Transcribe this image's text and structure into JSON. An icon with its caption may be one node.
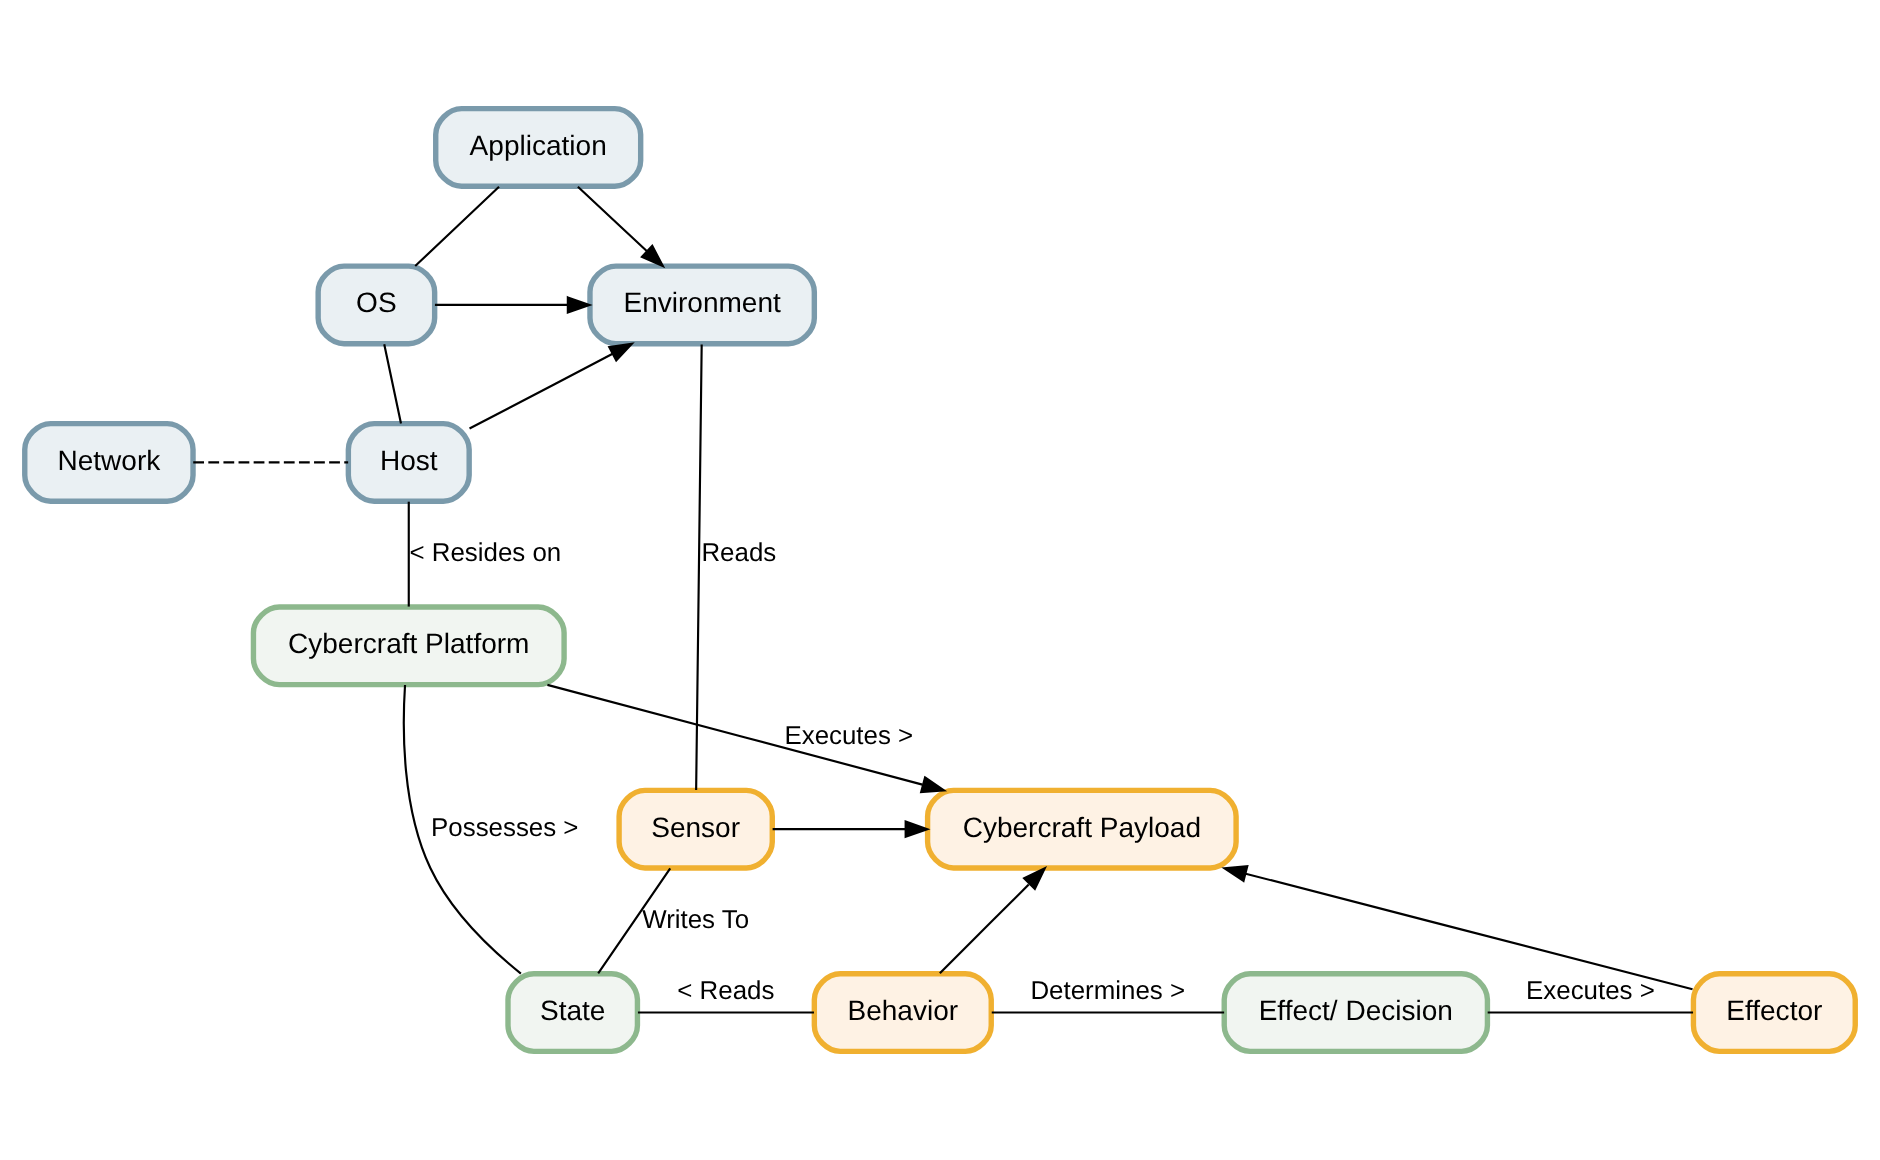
{
  "diagram": {
    "nodes": [
      {
        "text": [
          "Application"
        ]
      },
      {
        "text": [
          "OS"
        ]
      },
      {
        "text": [
          "Environment"
        ]
      },
      {
        "text": [
          "Network"
        ]
      },
      {
        "text": [
          "Sensor"
        ]
      },
      {
        "text": [
          "Cybercraft Payload"
        ]
      },
      {
        "text": [
          "Host"
        ]
      },
      {
        "text": [
          "State"
        ]
      },
      {
        "text": [
          "Behavior"
        ]
      },
      {
        "text": [
          "Effect/ Decision"
        ]
      },
      {
        "text": [
          "Effector"
        ]
      },
      {
        "text": [
          "Cybercraft Platform"
        ]
      }
    ],
    "edges": [
      {
        "from": 0,
        "to": 1,
        "arrow": "none"
      },
      {
        "from": 0,
        "to": 2,
        "arrow": "to"
      },
      {
        "from": 1,
        "to": 2,
        "arrow": "to"
      },
      {
        "from": 1,
        "to": 6,
        "arrow": "none"
      },
      {
        "from": 6,
        "to": 2,
        "arrow": "to"
      },
      {
        "from": 3,
        "to": 6,
        "arrow": "none",
        "style": "dashed"
      },
      {
        "from": 2,
        "to": 4,
        "arrow": "none",
        "label": "Reads"
      },
      {
        "from": 4,
        "to": 5,
        "arrow": "to"
      },
      {
        "from": 4,
        "to": 7,
        "arrow": "none",
        "label": "Writes To"
      },
      {
        "from": 7,
        "to": 8,
        "arrow": "none",
        "label": "< Reads"
      },
      {
        "from": 8,
        "to": 5,
        "arrow": "to"
      },
      {
        "from": 8,
        "to": 9,
        "arrow": "none",
        "label": "Determines >"
      },
      {
        "from": 9,
        "to": 10,
        "arrow": "none",
        "label": "Executes >"
      },
      {
        "from": 10,
        "to": 5,
        "arrow": "to"
      },
      {
        "from": 7,
        "to": 11,
        "arrow": "none",
        "label": "Possesses >"
      },
      {
        "from": 6,
        "to": 11,
        "arrow": "none",
        "label": "< Resides on"
      },
      {
        "from": 11,
        "to": 5,
        "arrow": "to",
        "label": "Executes >"
      }
    ]
  }
}
